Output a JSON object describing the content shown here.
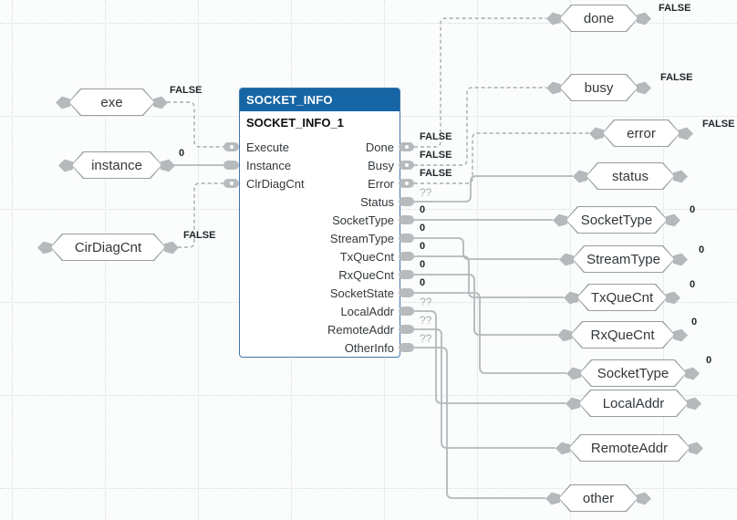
{
  "block": {
    "type": "SOCKET_INFO",
    "instance": "SOCKET_INFO_1",
    "inputs": [
      {
        "name": "Execute",
        "bool": true
      },
      {
        "name": "Instance",
        "bool": false
      },
      {
        "name": "ClrDiagCnt",
        "bool": true
      }
    ],
    "outputs": [
      {
        "name": "Done",
        "value": "FALSE",
        "bool": true
      },
      {
        "name": "Busy",
        "value": "FALSE",
        "bool": true
      },
      {
        "name": "Error",
        "value": "FALSE",
        "bool": true
      },
      {
        "name": "Status",
        "value": "??",
        "bool": false
      },
      {
        "name": "SocketType",
        "value": "0",
        "bool": false
      },
      {
        "name": "StreamType",
        "value": "0",
        "bool": false
      },
      {
        "name": "TxQueCnt",
        "value": "0",
        "bool": false
      },
      {
        "name": "RxQueCnt",
        "value": "0",
        "bool": false
      },
      {
        "name": "SocketState",
        "value": "0",
        "bool": false
      },
      {
        "name": "LocalAddr",
        "value": "??",
        "bool": false
      },
      {
        "name": "RemoteAddr",
        "value": "??",
        "bool": false
      },
      {
        "name": "OtherInfo",
        "value": "??",
        "bool": false
      }
    ]
  },
  "input_tags": [
    {
      "label": "exe",
      "value": "FALSE"
    },
    {
      "label": "instance",
      "value": "0"
    },
    {
      "label": "CirDiagCnt",
      "value": "FALSE"
    }
  ],
  "output_tags": [
    {
      "label": "done",
      "value": "FALSE"
    },
    {
      "label": "busy",
      "value": "FALSE"
    },
    {
      "label": "error",
      "value": "FALSE"
    },
    {
      "label": "status",
      "value": ""
    },
    {
      "label": "SocketType",
      "value": "0"
    },
    {
      "label": "StreamType",
      "value": "0"
    },
    {
      "label": "TxQueCnt",
      "value": "0"
    },
    {
      "label": "RxQueCnt",
      "value": "0"
    },
    {
      "label": "SocketType",
      "value": "0"
    },
    {
      "label": "LocalAddr",
      "value": ""
    },
    {
      "label": "RemoteAddr",
      "value": ""
    },
    {
      "label": "other",
      "value": ""
    }
  ],
  "colors": {
    "header_blue": "#1665a5",
    "block_border": "#3e76ac",
    "wire_solid": "#b4b8bb",
    "wire_dashed": "#a7abaf",
    "value_text": "#22272b",
    "unknown_text": "#a8adb1",
    "tag_border": "#979da1"
  }
}
